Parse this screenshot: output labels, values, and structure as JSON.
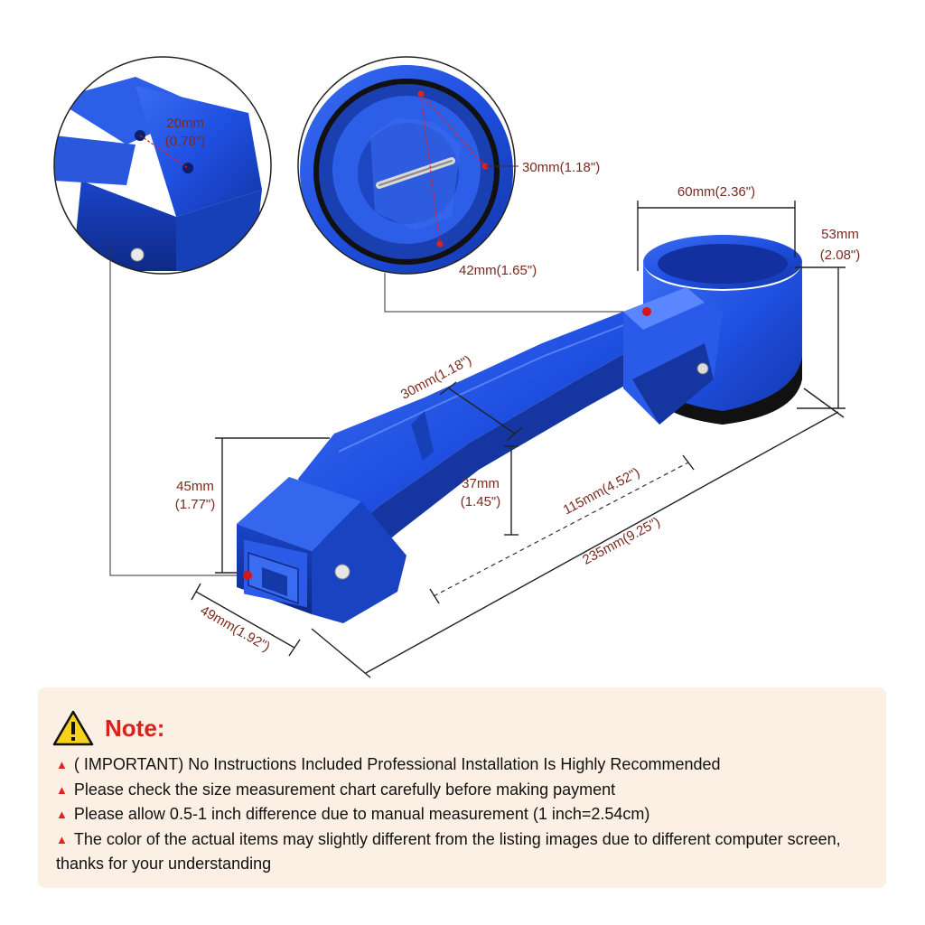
{
  "dimensions": {
    "hole_spacing_mm": "20mm",
    "hole_spacing_in": "(0.78\")",
    "ring_inner_mm": "30mm(1.18\")",
    "ring_outer_mm": "42mm(1.65\")",
    "clamp_width": "60mm(2.36\")",
    "clamp_height_mm": "53mm",
    "clamp_height_in": "(2.08\")",
    "arm_width": "30mm(1.18\")",
    "end_height_mm": "45mm",
    "end_height_in": "(1.77\")",
    "arm_height_mm": "37mm",
    "arm_height_in": "(1.45\")",
    "arm_length": "115mm(4.52\")",
    "total_length": "235mm(9.25\")",
    "end_width": "49mm(1.92\")"
  },
  "colors": {
    "product_blue": "#1f4fe0",
    "dimension_text": "#7a2a1e",
    "note_title": "#d8231c",
    "note_background": "#fcefe3"
  },
  "note": {
    "icon": "warning-triangle-icon",
    "title": "Note:",
    "items": [
      "( IMPORTANT) No Instructions Included Professional Installation Is Highly Recommended",
      "Please check the size measurement chart carefully before making payment",
      "Please allow 0.5-1 inch difference due to manual measurement (1 inch=2.54cm)",
      "The color of the actual items may slightly different from the listing images due to different computer screen, thanks for your understanding"
    ]
  }
}
